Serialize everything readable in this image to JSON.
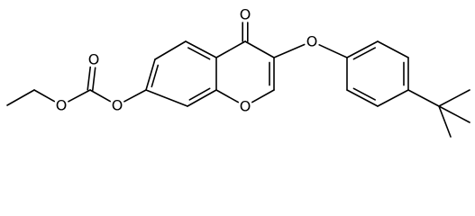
{
  "structure": {
    "atoms": [
      {
        "id": "methyl",
        "symbol": ""
      },
      {
        "id": "ch2",
        "symbol": ""
      },
      {
        "id": "o-ester",
        "symbol": "O"
      },
      {
        "id": "c-carbonate",
        "symbol": ""
      },
      {
        "id": "o-carbonyl",
        "symbol": "O"
      },
      {
        "id": "o-aryl",
        "symbol": "O"
      },
      {
        "id": "c7",
        "symbol": ""
      },
      {
        "id": "c6",
        "symbol": ""
      },
      {
        "id": "c5",
        "symbol": ""
      },
      {
        "id": "c4a",
        "symbol": ""
      },
      {
        "id": "c8a",
        "symbol": ""
      },
      {
        "id": "c8",
        "symbol": ""
      },
      {
        "id": "c4",
        "symbol": ""
      },
      {
        "id": "o-ketone",
        "symbol": "O"
      },
      {
        "id": "c3",
        "symbol": ""
      },
      {
        "id": "c2",
        "symbol": ""
      },
      {
        "id": "o-ring",
        "symbol": "O"
      },
      {
        "id": "o-ether",
        "symbol": "O"
      },
      {
        "id": "p1",
        "symbol": ""
      },
      {
        "id": "p2",
        "symbol": ""
      },
      {
        "id": "p3",
        "symbol": ""
      },
      {
        "id": "p4",
        "symbol": ""
      },
      {
        "id": "p5",
        "symbol": ""
      },
      {
        "id": "p6",
        "symbol": ""
      },
      {
        "id": "cq",
        "symbol": ""
      },
      {
        "id": "me-a",
        "symbol": ""
      },
      {
        "id": "me-b",
        "symbol": ""
      },
      {
        "id": "me-c",
        "symbol": ""
      }
    ],
    "bonds": [
      {
        "a": "methyl",
        "b": "ch2",
        "order": 1
      },
      {
        "a": "ch2",
        "b": "o-ester",
        "order": 1
      },
      {
        "a": "o-ester",
        "b": "c-carbonate",
        "order": 1
      },
      {
        "a": "c-carbonate",
        "b": "o-carbonyl",
        "order": 2
      },
      {
        "a": "c-carbonate",
        "b": "o-aryl",
        "order": 1
      },
      {
        "a": "o-aryl",
        "b": "c7",
        "order": 1
      },
      {
        "a": "c7",
        "b": "c6",
        "order": 2
      },
      {
        "a": "c6",
        "b": "c5",
        "order": 1
      },
      {
        "a": "c5",
        "b": "c4a",
        "order": 2
      },
      {
        "a": "c4a",
        "b": "c8a",
        "order": 1
      },
      {
        "a": "c8a",
        "b": "c8",
        "order": 2
      },
      {
        "a": "c8",
        "b": "c7",
        "order": 1
      },
      {
        "a": "c4a",
        "b": "c4",
        "order": 1
      },
      {
        "a": "c4",
        "b": "o-ketone",
        "order": 2
      },
      {
        "a": "c4",
        "b": "c3",
        "order": 1
      },
      {
        "a": "c3",
        "b": "c2",
        "order": 2
      },
      {
        "a": "c2",
        "b": "o-ring",
        "order": 1
      },
      {
        "a": "o-ring",
        "b": "c8a",
        "order": 1
      },
      {
        "a": "c3",
        "b": "o-ether",
        "order": 1
      },
      {
        "a": "o-ether",
        "b": "p1",
        "order": 1
      },
      {
        "a": "p1",
        "b": "p2",
        "order": 2
      },
      {
        "a": "p2",
        "b": "p3",
        "order": 1
      },
      {
        "a": "p3",
        "b": "p4",
        "order": 2
      },
      {
        "a": "p4",
        "b": "p5",
        "order": 1
      },
      {
        "a": "p5",
        "b": "p6",
        "order": 2
      },
      {
        "a": "p6",
        "b": "p1",
        "order": 1
      },
      {
        "a": "p4",
        "b": "cq",
        "order": 1
      },
      {
        "a": "cq",
        "b": "me-a",
        "order": 1
      },
      {
        "a": "cq",
        "b": "me-b",
        "order": 1
      },
      {
        "a": "cq",
        "b": "me-c",
        "order": 1
      }
    ]
  }
}
